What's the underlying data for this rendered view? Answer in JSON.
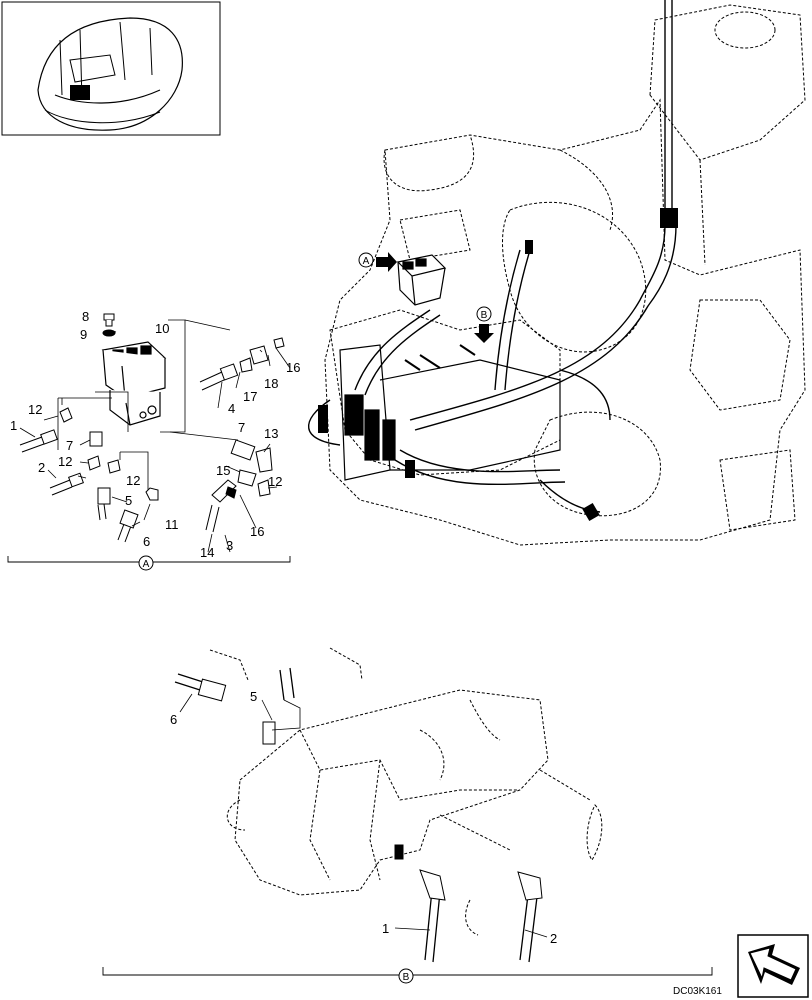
{
  "detail_a": {
    "section_label": "A",
    "callouts": [
      "1",
      "2",
      "3",
      "4",
      "5",
      "6",
      "7",
      "7",
      "8",
      "9",
      "10",
      "11",
      "12",
      "12",
      "12",
      "12",
      "13",
      "14",
      "15",
      "16",
      "16",
      "17",
      "18"
    ]
  },
  "main_view": {
    "marker_a": "A",
    "marker_b": "B"
  },
  "detail_b": {
    "section_label": "B",
    "callouts": [
      "1",
      "2",
      "5",
      "6"
    ]
  },
  "drawing_code": "DC03K161",
  "nav_icon": "next-page-arrow-icon"
}
